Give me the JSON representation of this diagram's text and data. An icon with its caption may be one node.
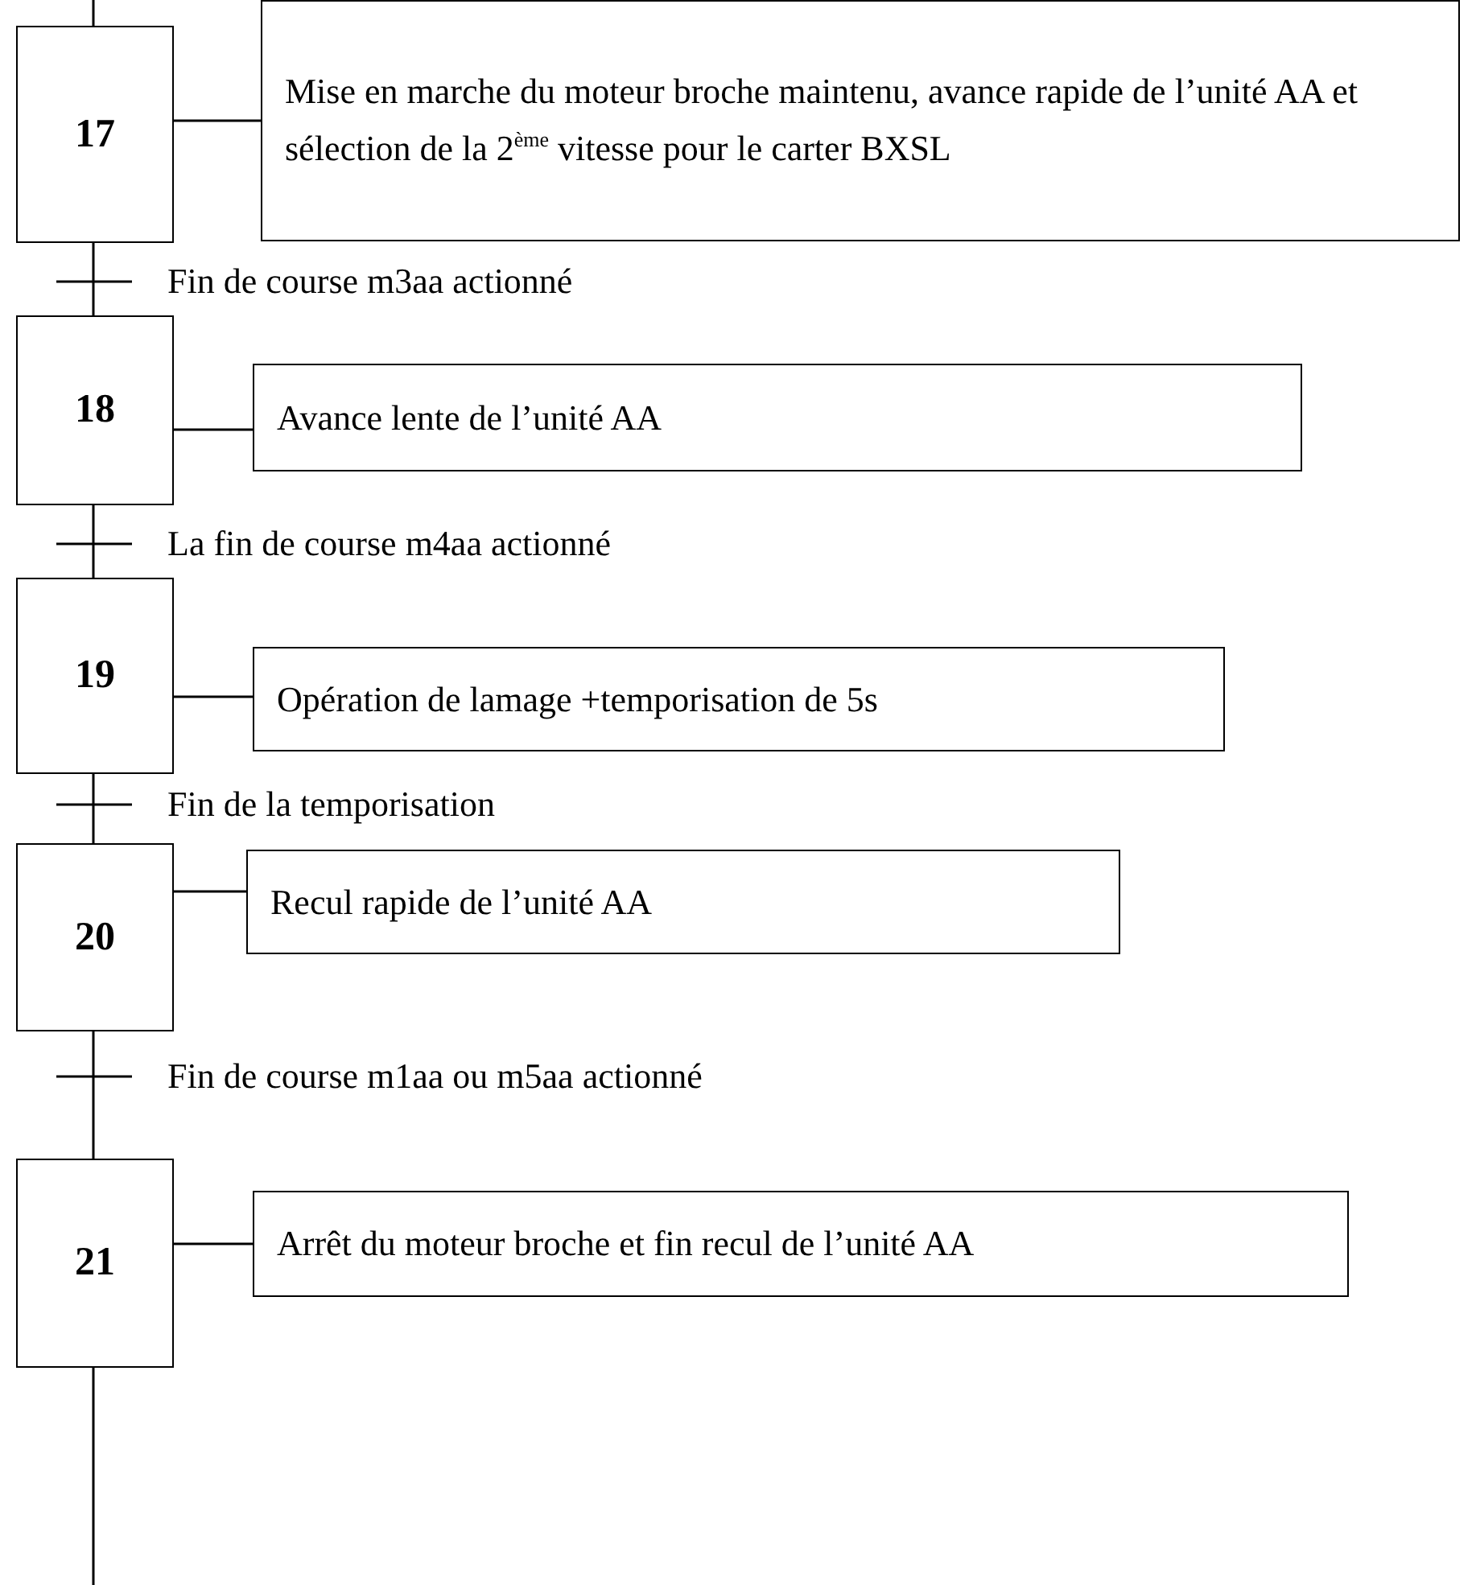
{
  "diagram": {
    "nodes": [
      {
        "text": [
          "17"
        ]
      },
      {
        "text": [
          "Mise en marche du moteur broche maintenu, avance rapide de l’unité AA et sélection de la 2$^{ème}$ vitesse pour le carter BXSL"
        ]
      },
      {
        "text": [
          "18"
        ]
      },
      {
        "text": [
          "Avance lente de l’unité AA"
        ]
      },
      {
        "text": [
          "19"
        ]
      },
      {
        "text": [
          "Opération de lamage +temporisation de 5s"
        ]
      },
      {
        "text": [
          "20"
        ]
      },
      {
        "text": [
          "Recul rapide de l’unité AA"
        ]
      },
      {
        "text": [
          "21"
        ]
      },
      {
        "text": [
          "Arrêt du moteur broche et fin recul de l’unité AA"
        ]
      }
    ],
    "edges": [
      {
        "from": null,
        "to": 0,
        "arrow": "none"
      },
      {
        "from": 0,
        "to": 1,
        "arrow": "none"
      },
      {
        "from": 0,
        "to": 2,
        "arrow": "none",
        "label": "Fin de course m3aa actionné"
      },
      {
        "from": 2,
        "to": 3,
        "arrow": "none"
      },
      {
        "from": 2,
        "to": 4,
        "arrow": "none",
        "label": "La fin de course m4aa actionné"
      },
      {
        "from": 4,
        "to": 5,
        "arrow": "none"
      },
      {
        "from": 4,
        "to": 6,
        "arrow": "none",
        "label": "Fin de la temporisation"
      },
      {
        "from": 6,
        "to": 7,
        "arrow": "none"
      },
      {
        "from": 6,
        "to": 8,
        "arrow": "none",
        "label": "Fin de course m1aa ou m5aa actionné"
      },
      {
        "from": 8,
        "to": 9,
        "arrow": "none"
      },
      {
        "from": 8,
        "to": null,
        "arrow": "none"
      }
    ]
  }
}
